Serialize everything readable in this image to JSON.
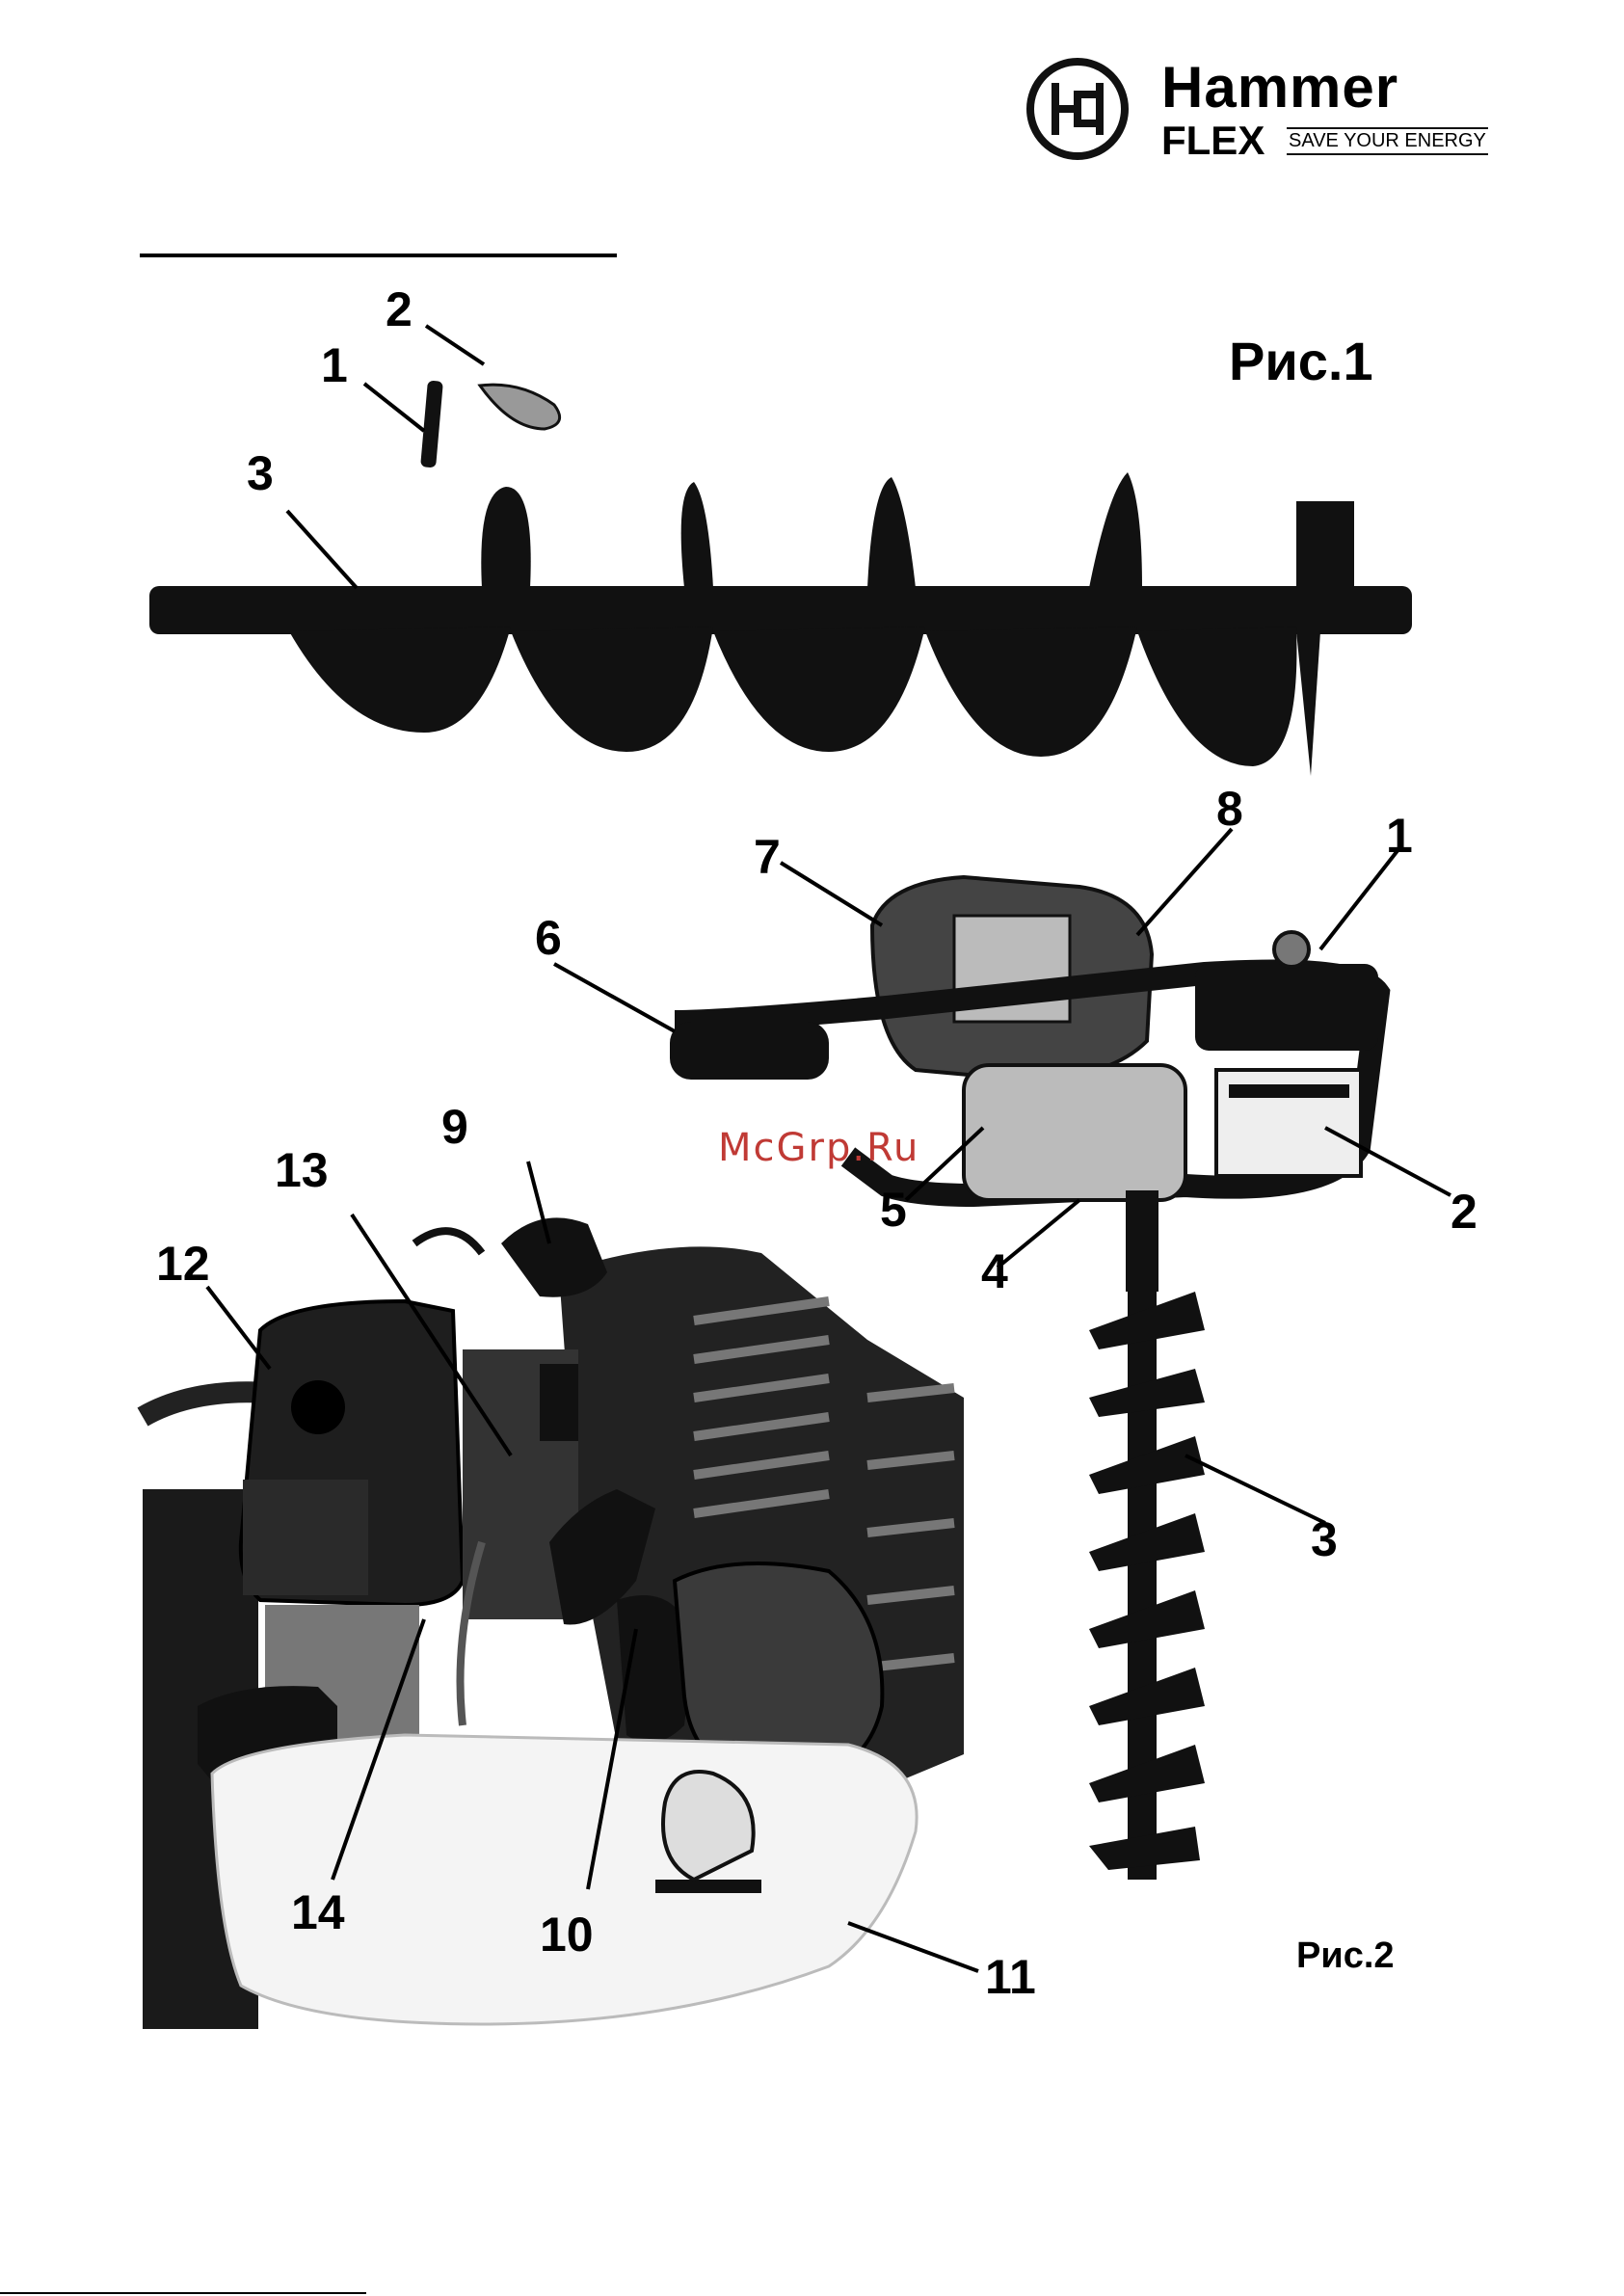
{
  "header": {
    "logo_brand": "Hammer",
    "logo_sub": "FLEX",
    "logo_slogan": "SAVE YOUR ENERGY"
  },
  "watermark": "McGrp.Ru",
  "figures": [
    {
      "label": "Рис.1",
      "callouts": [
        "1",
        "2",
        "3"
      ]
    },
    {
      "label": "Рис.2",
      "callouts": [
        "1",
        "2",
        "3",
        "4",
        "5",
        "6",
        "7",
        "8",
        "9",
        "10",
        "11",
        "12",
        "13",
        "14"
      ]
    }
  ],
  "colors": {
    "ink": "#000000",
    "watermark": "#c03a35",
    "tank": "#f4f4f4",
    "metal": "#111111"
  }
}
